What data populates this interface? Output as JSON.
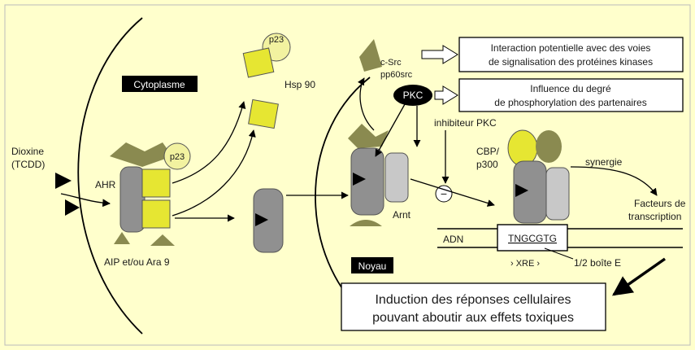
{
  "colors": {
    "background": "#ffffcc",
    "frame": "#000000",
    "yellow": "#e6e632",
    "light_yellow": "#f2f2a0",
    "olive": "#8a8a50",
    "gray": "#909090",
    "light_gray": "#c8c8c8",
    "black": "#000000"
  },
  "labels": {
    "cytoplasm": "Cytoplasme",
    "nucleus": "Noyau",
    "dioxin_line1": "Dioxine",
    "dioxin_line2": "(TCDD)",
    "ahr": "AHR",
    "p23_top": "p23",
    "p23_mid": "p23",
    "hsp90": "Hsp 90",
    "aip": "AIP et/ou Ara 9",
    "csrc_line1": "c-Src",
    "csrc_line2": "pp60src",
    "pkc": "PKC",
    "pkc_inhibitor": "inhibiteur PKC",
    "minus": "−",
    "arnt": "Arnt",
    "cbp_line1": "CBP/",
    "cbp_line2": "p300",
    "synergy": "synergie",
    "tf_line1": "Facteurs de",
    "tf_line2": "transcription",
    "adn": "ADN",
    "sequence": "TNGCGTG",
    "xre": "› XRE ›",
    "half_e_box": "1/2 boîte E"
  },
  "boxes": {
    "kinase_line1": "Interaction potentielle avec des voies",
    "kinase_line2": "de signalisation des protéines kinases",
    "phospho_line1": "Influence du degré",
    "phospho_line2": "de phosphorylation des partenaires",
    "induction_line1": "Induction des réponses cellulaires",
    "induction_line2": "pouvant aboutir aux effets toxiques"
  }
}
